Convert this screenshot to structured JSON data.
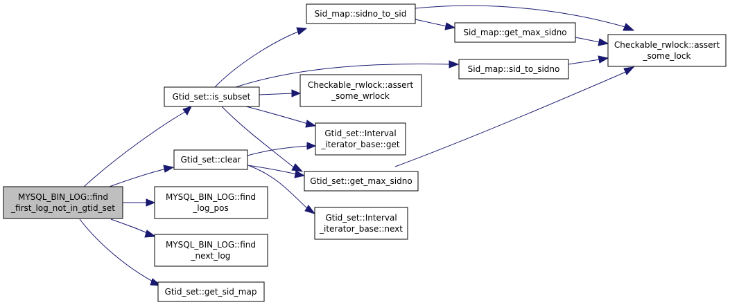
{
  "nodes": {
    "root": [
      "MYSQL_BIN_LOG::find",
      "_first_log_not_in_gtid_set"
    ],
    "is_subset": [
      "Gtid_set::is_subset"
    ],
    "clear": [
      "Gtid_set::clear"
    ],
    "find_log_pos": [
      "MYSQL_BIN_LOG::find",
      "_log_pos"
    ],
    "find_next_log": [
      "MYSQL_BIN_LOG::find",
      "_next_log"
    ],
    "get_sid_map": [
      "Gtid_set::get_sid_map"
    ],
    "sidno_to_sid": [
      "Sid_map::sidno_to_sid"
    ],
    "map_get_max_sidno": [
      "Sid_map::get_max_sidno"
    ],
    "assert_some_lock": [
      "Checkable_rwlock::assert",
      "_some_lock"
    ],
    "sid_to_sidno": [
      "Sid_map::sid_to_sidno"
    ],
    "assert_some_wrlock": [
      "Checkable_rwlock::assert",
      "_some_wrlock"
    ],
    "iter_get": [
      "Gtid_set::Interval",
      "_iterator_base::get"
    ],
    "set_get_max_sidno": [
      "Gtid_set::get_max_sidno"
    ],
    "iter_next": [
      "Gtid_set::Interval",
      "_iterator_base::next"
    ]
  }
}
